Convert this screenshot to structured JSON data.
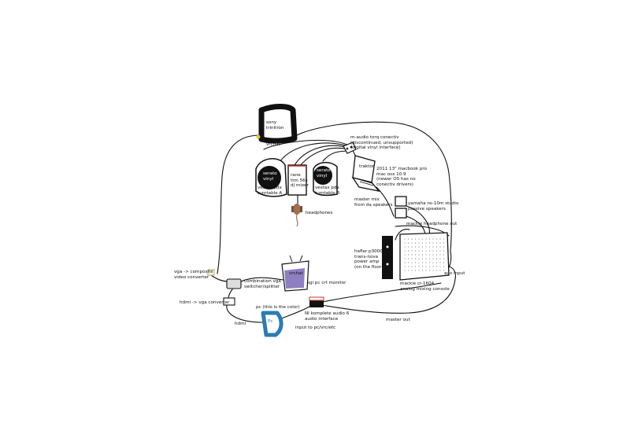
{
  "devices": {
    "tv": {
      "label": "sony\ntrinitron",
      "sub": "vrchat"
    },
    "turntable_a": {
      "record": "serato\nvinyl",
      "label": "vestax pdx\nturntable A"
    },
    "mixer": {
      "label": "rane\nttm 56s\ndj mixer"
    },
    "turntable_b": {
      "record": "serato\nvinyl",
      "label": "vestax pdx\nturntable B"
    },
    "headphones": {
      "label": "headphones"
    },
    "audio_interface_top": {
      "label": "m-audio torq conectiv\n(discontinued, unsupported)\n(digital vinyl interface)"
    },
    "laptop": {
      "screen": "traktor",
      "label": "2011 13\" macbook pro\nmac osx 10.9\n(newer OS has no\nconectiv drivers)"
    },
    "speakers": {
      "label": "yamaha ns-10m studio\npassive speakers",
      "input": "master mix\nfrom da speakers"
    },
    "headphone_out": {
      "label": "mackie headphone out"
    },
    "amp": {
      "label": "hafler p3000\ntrans-nova\npower amp\n(on the floor)"
    },
    "console": {
      "label": "mackie cr-1604\nanalog mixing console"
    },
    "aux_input": {
      "label": "aux input"
    },
    "composite": {
      "label": "vga -> composite\nvideo converter"
    },
    "vga_switch": {
      "label": "combination vga\nswitcher/splitter"
    },
    "crt": {
      "screen": "vrchat",
      "label": "sgi pc crt monitor"
    },
    "hdmi_vga": {
      "label": "hdmi -> vga converter"
    },
    "hdmi": {
      "label": "hdmi"
    },
    "pc": {
      "label": "pc (this is the color)",
      "badge": "Pc"
    },
    "komplete": {
      "label": "NI komplete audio 6\naudio interface"
    },
    "komplete_input": {
      "label": "input to pc/vrc/etc"
    },
    "master_out": {
      "label": "master out"
    }
  },
  "colors": {
    "ink": "#111111",
    "accent_pc": "#2a7db3",
    "crt_screen": "#8e7fc2",
    "headphone_brown": "#a07055",
    "tv_dot": "#f0c419"
  }
}
